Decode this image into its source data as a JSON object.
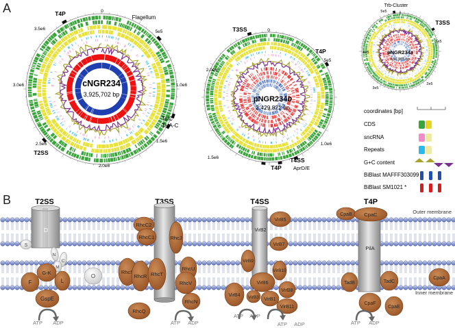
{
  "panel_a": {
    "label": "A",
    "chromosomes": [
      {
        "name": "cNGR234",
        "size": "3,925,702 bp",
        "tick_labels": [
          "0",
          "5e5",
          "1.0e6",
          "1.5e6",
          "2.0e6",
          "2.5e6",
          "3.0e6",
          "3.5e6"
        ],
        "features": [
          "T4P",
          "Flagellum",
          "TolC",
          "TatA-C",
          "T2SS"
        ]
      },
      {
        "name_main": "pNGR234",
        "name_suffix": "b",
        "size": "2,429,821 bp",
        "tick_labels": [
          "0",
          "5e5",
          "1.0e6",
          "1.5e6",
          "2.0e6"
        ],
        "features": [
          "T3SS",
          "T4P",
          "T4SS",
          "AprD/E",
          "T4P"
        ]
      },
      {
        "name_main": "pNGR234",
        "name_suffix": "a",
        "size": "536,165 bp",
        "tick_labels": [
          "0",
          "5e5",
          "1e5",
          "2e5",
          "3e5",
          "4e5"
        ],
        "features": [
          "Trb-Cluster",
          "T3SS"
        ]
      }
    ],
    "legend": [
      {
        "label": "coordinates [bp]",
        "swatch": "axis"
      },
      {
        "label": "CDS",
        "swatch": "pair",
        "colors": [
          "#3aa53a",
          "#e8d61c"
        ]
      },
      {
        "label": "sncRNA",
        "swatch": "pair",
        "colors": [
          "#f48ac6",
          "#f0ec9a"
        ]
      },
      {
        "label": "Repeats",
        "swatch": "pair",
        "colors": [
          "#29b9ea",
          "#f0ec9a"
        ]
      },
      {
        "label": "G+C content",
        "swatch": "gc",
        "colors": [
          "#a9a52a",
          "#7b2f8e"
        ]
      },
      {
        "label": "BiBlast MAFFF303099 *",
        "swatch": "triple",
        "colors": [
          "#1f4fb0"
        ]
      },
      {
        "label": "BiBlast SM1021 *",
        "swatch": "triple",
        "colors": [
          "#d41f1f"
        ]
      }
    ]
  },
  "panel_b": {
    "label": "B",
    "outer_membrane": "Outer membrane",
    "inner_membrane": "Inner membrane",
    "systems": [
      {
        "title": "T2SS",
        "proteins": [
          "D",
          "S",
          "N",
          "C",
          "M",
          "G-K",
          "F",
          "L",
          "GspE",
          "O"
        ],
        "energy": [
          "ATP",
          "ADP"
        ]
      },
      {
        "title": "T3SS",
        "proteins": [
          "RhcC2",
          "RhcC1",
          "RhcJ",
          "RhcS",
          "RhcR",
          "RhcT",
          "RhcU",
          "RhcV",
          "RhcN",
          "RhcQ"
        ],
        "energy": [
          "ATP",
          "ADP"
        ]
      },
      {
        "title": "T4SS",
        "proteins": [
          "VirB5",
          "VirB2",
          "VirB7",
          "VirB9",
          "VirB10",
          "VirB6",
          "VirB8",
          "VirB4",
          "VirB3",
          "VirB1",
          "VirB11"
        ],
        "energy": [
          "ATP",
          "ADP",
          "ATP",
          "ADP"
        ]
      },
      {
        "title": "T4P",
        "proteins": [
          "CpaB",
          "CpaC",
          "PilA",
          "TadB",
          "TadC",
          "CpaF",
          "CpaE",
          "CpaA"
        ],
        "energy": [
          "ATP",
          "ADP"
        ]
      }
    ]
  }
}
